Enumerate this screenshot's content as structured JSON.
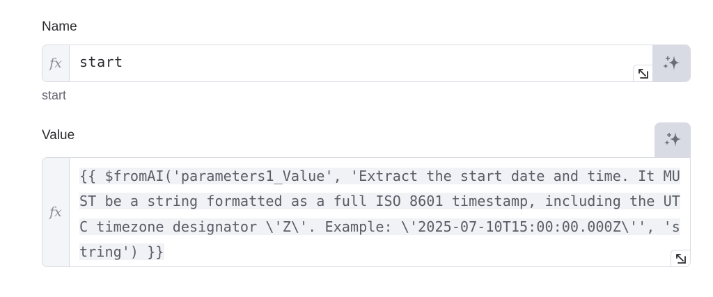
{
  "name_section": {
    "label": "Name",
    "fx_icon": "fx",
    "value": "start",
    "resolved_preview": "start",
    "ai_button_icon": "sparkles-icon",
    "expand_icon": "expand-arrow-icon"
  },
  "value_section": {
    "label": "Value",
    "fx_icon": "fx",
    "value": "{{ $fromAI('parameters1_Value', 'Extract the start date and time. It MUST be a string formatted as a full ISO 8601 timestamp, including the UTC timezone designator \\'Z\\'. Example: \\'2025-07-10T15:00:00.000Z\\'', 'string') }}",
    "ai_button_icon": "sparkles-icon",
    "expand_icon": "expand-arrow-icon"
  },
  "colors": {
    "border": "#d9dbe3",
    "ai_button_bg": "#d8dbe3",
    "fx_bg": "#f4f5f8",
    "code_highlight": "#f1f2f5",
    "text": "#2b2b2f",
    "muted": "#646571"
  }
}
